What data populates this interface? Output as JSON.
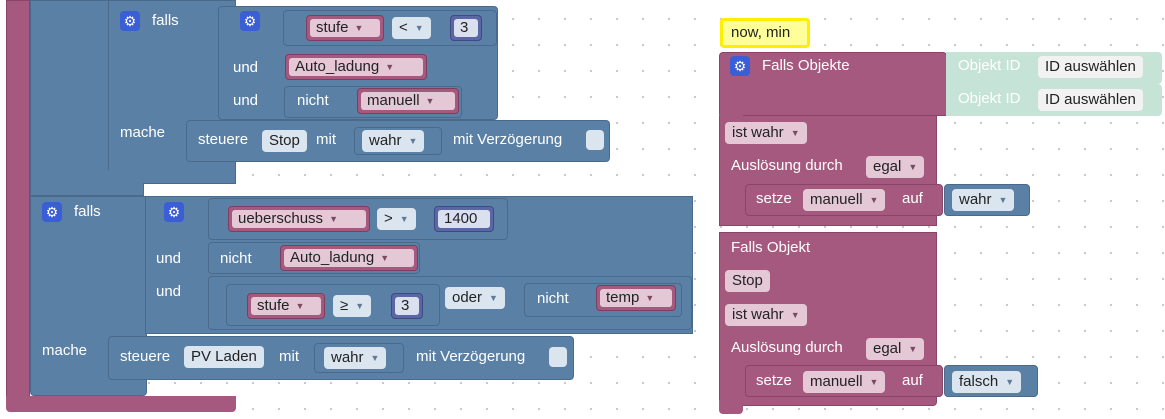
{
  "left_script": {
    "falls_inner": {
      "keyword": "falls",
      "condition_var": "stufe",
      "operator": "<",
      "value": "3",
      "und_1_label": "und",
      "und_1_var": "Auto_ladung",
      "und_2_label": "und",
      "und_2_not": "nicht",
      "und_2_var": "manuell",
      "mache_label": "mache",
      "action_verb": "steuere",
      "action_target": "Stop",
      "action_with": "mit",
      "action_value": "wahr",
      "action_delay": "mit Verzögerung"
    },
    "falls_outer": {
      "keyword": "falls",
      "condition_var": "ueberschuss",
      "operator": ">",
      "value": "1400",
      "und_1_label": "und",
      "und_1_not": "nicht",
      "und_1_var": "Auto_ladung",
      "und_2_label": "und",
      "und_2_var": "stufe",
      "und_2_operator": "≥",
      "und_2_value": "3",
      "or_label": "oder",
      "or_not": "nicht",
      "or_var": "temp",
      "mache_label": "mache",
      "action_verb": "steuere",
      "action_target": "PV Laden",
      "action_with": "mit",
      "action_value": "wahr",
      "action_delay": "mit Verzögerung"
    }
  },
  "right_script": {
    "comment": "now, min",
    "trigger_title": "Falls Objekte",
    "object_id_label_1": "Objekt ID",
    "object_id_value_1": "ID auswählen",
    "object_id_label_2": "Objekt ID",
    "object_id_value_2": "ID auswählen",
    "trigger_1_condition": "ist wahr",
    "trigger_1_cause_label": "Auslösung durch",
    "trigger_1_cause_value": "egal",
    "trigger_1_set_verb": "setze",
    "trigger_1_set_var": "manuell",
    "trigger_1_set_to": "auf",
    "trigger_1_set_value": "wahr",
    "trigger_2_title": "Falls Objekt",
    "trigger_2_object": "Stop",
    "trigger_2_condition": "ist wahr",
    "trigger_2_cause_label": "Auslösung durch",
    "trigger_2_cause_value": "egal",
    "trigger_2_set_verb": "setze",
    "trigger_2_set_var": "manuell",
    "trigger_2_set_to": "auf",
    "trigger_2_set_value": "falsch"
  },
  "colors": {
    "logic_block": "#5b80a5",
    "variable_block": "#a5597f",
    "math_block": "#5b67a5",
    "comment_bg": "#ffff99",
    "comment_border": "#ffee00",
    "object_id_block": "#c6e3d8",
    "workspace_bg": "#ffffff"
  },
  "icons": {
    "mutator": "gear-icon",
    "dropdown": "triangle-down-icon"
  }
}
